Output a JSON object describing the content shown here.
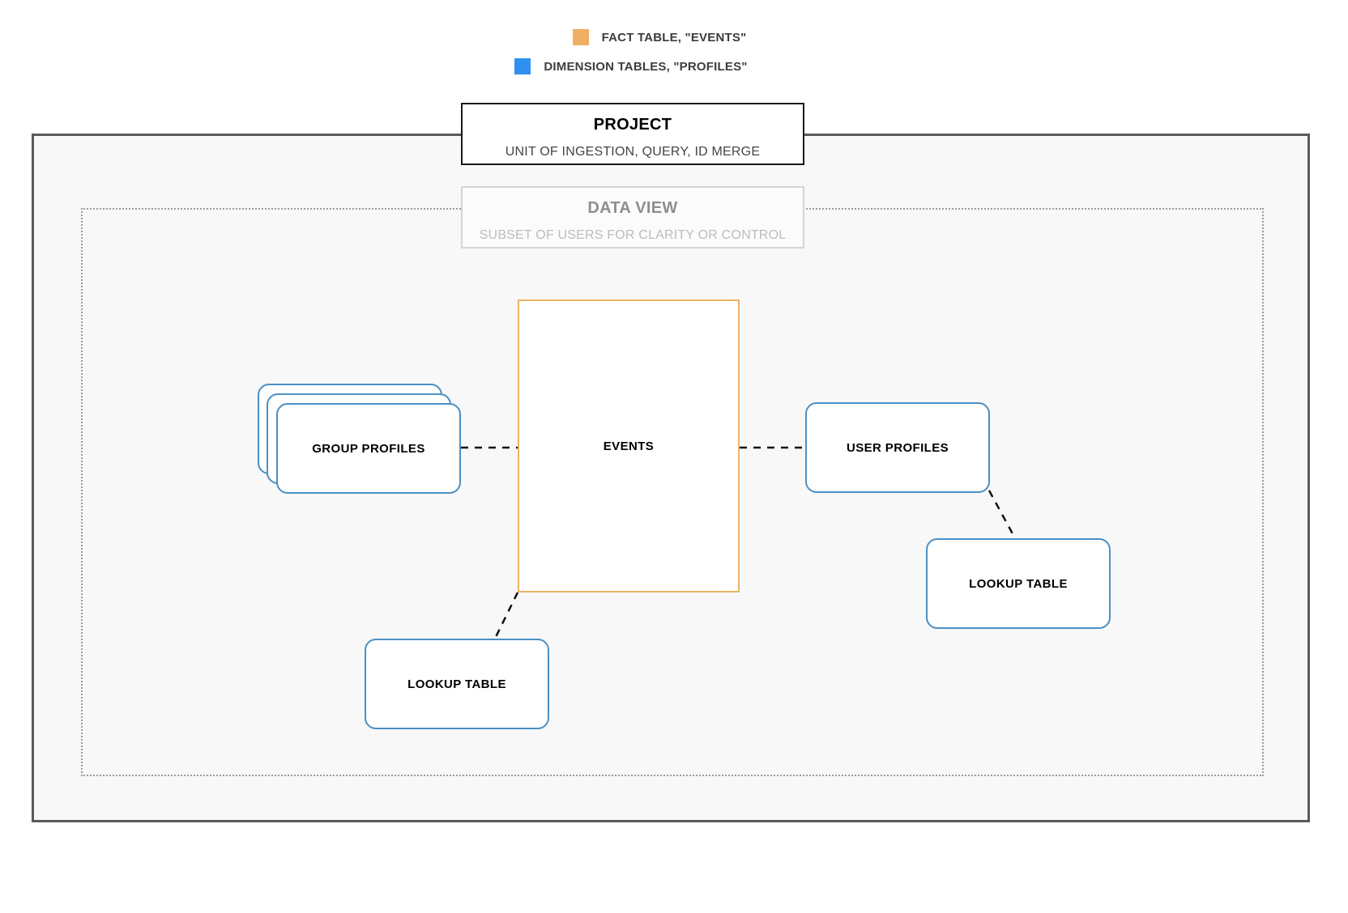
{
  "legend": {
    "items": [
      {
        "id": "fact-table",
        "label": "FACT TABLE, \"EVENTS\"",
        "color": "#F0AF62"
      },
      {
        "id": "dimension-table",
        "label": "DIMENSION TABLES, \"PROFILES\"",
        "color": "#2E90F0"
      }
    ]
  },
  "frames": {
    "project": {
      "title": "PROJECT",
      "subtitle": "UNIT OF INGESTION, QUERY, ID MERGE",
      "border_color": "#1a1a1a",
      "fill": "#f8f8f8"
    },
    "data_view": {
      "title": "DATA VIEW",
      "subtitle": "SUBSET OF USERS FOR CLARITY OR CONTROL",
      "border_color": "#d4d4d4",
      "border_style": "dotted"
    }
  },
  "nodes": {
    "events": {
      "label": "EVENTS",
      "type": "fact",
      "color": "#eab464",
      "shape": "rectangle"
    },
    "group_profiles": {
      "label": "GROUP PROFILES",
      "type": "dimension",
      "color": "#4a90c4",
      "shape": "stacked-rounded-rectangle",
      "stack_count": 3
    },
    "user_profiles": {
      "label": "USER PROFILES",
      "type": "dimension",
      "color": "#4a90c4",
      "shape": "rounded-rectangle"
    },
    "lookup_left": {
      "label": "LOOKUP TABLE",
      "type": "dimension",
      "color": "#4a90c4",
      "shape": "rounded-rectangle"
    },
    "lookup_right": {
      "label": "LOOKUP TABLE",
      "type": "dimension",
      "color": "#4a90c4",
      "shape": "rounded-rectangle"
    }
  },
  "edges": [
    {
      "id": "group-profiles-to-events",
      "from": "group_profiles",
      "to": "events",
      "style": "dashed"
    },
    {
      "id": "events-to-user-profiles",
      "from": "events",
      "to": "user_profiles",
      "style": "dashed"
    },
    {
      "id": "events-to-lookup-left",
      "from": "events",
      "to": "lookup_left",
      "style": "dashed"
    },
    {
      "id": "user-profiles-to-lookup-right",
      "from": "user_profiles",
      "to": "lookup_right",
      "style": "dashed"
    }
  ]
}
